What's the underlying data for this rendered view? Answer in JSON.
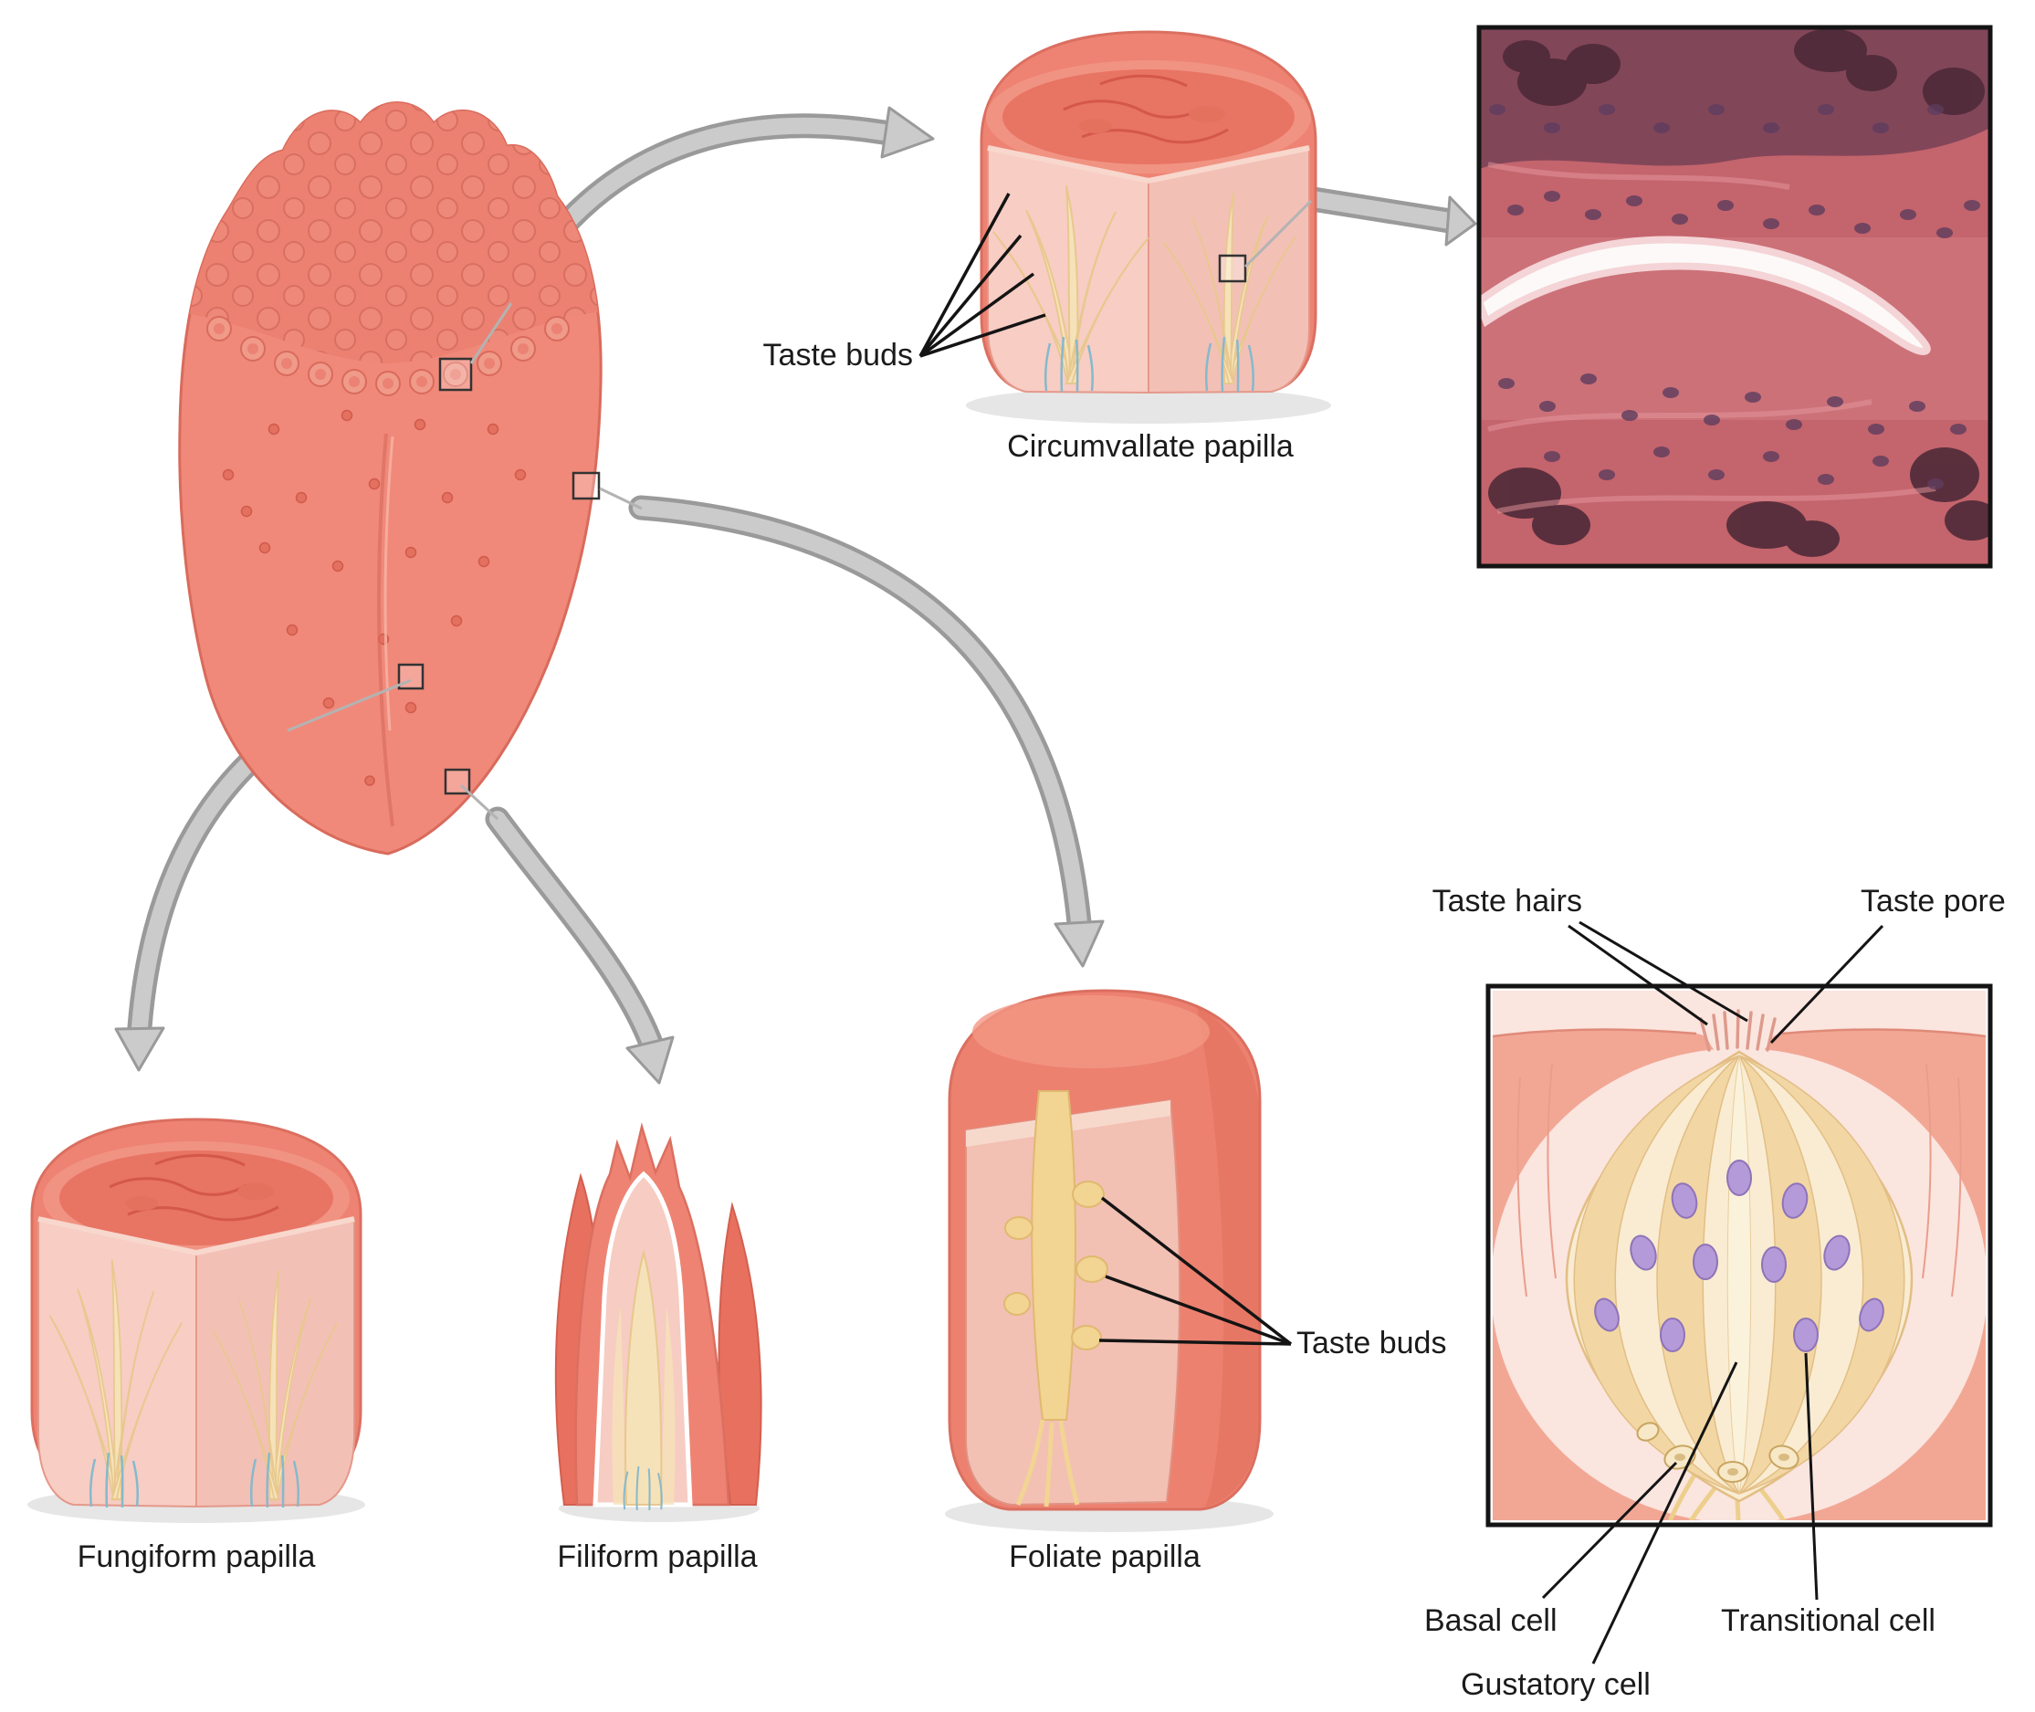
{
  "labels": {
    "taste_buds_circumvallate": "Taste buds",
    "circumvallate": "Circumvallate papilla",
    "fungiform": "Fungiform papilla",
    "filiform": "Filiform papilla",
    "foliate": "Foliate papilla",
    "taste_buds_foliate": "Taste buds",
    "taste_hairs": "Taste hairs",
    "taste_pore": "Taste pore",
    "basal_cell": "Basal cell",
    "gustatory_cell": "Gustatory cell",
    "transitional_cell": "Transitional cell"
  },
  "colors": {
    "tongue_salmon": "#F0897A",
    "outline_salmon": "#D96B5C",
    "cut_face_pink": "#F7CDC4",
    "taste_bud_cream": "#F2D7A4",
    "nucleus_purple": "#B49AD8",
    "nerve_teal": "#86B9CC",
    "arrow_gray": "#CBCBCB",
    "micrograph_pink": "#C4646C",
    "label_text": "#1B1B1B"
  }
}
